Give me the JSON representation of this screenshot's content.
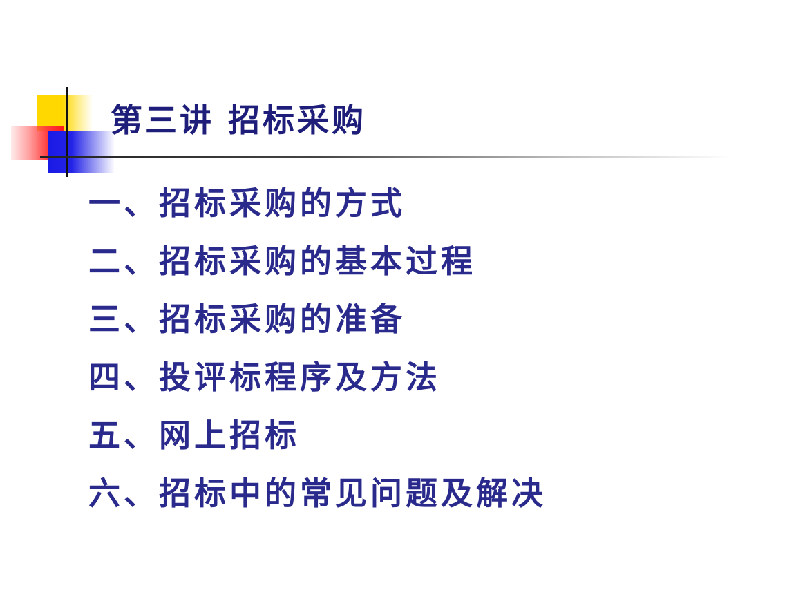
{
  "slide": {
    "title": "第三讲  招标采购",
    "items": [
      "一、招标采购的方式",
      "二、招标采购的基本过程",
      "三、招标采购的准备",
      "四、投评标程序及方法",
      "五、网上招标",
      "六、招标中的常见问题及解决"
    ]
  },
  "colors": {
    "text": "#2a2a8c",
    "title": "#1e1e7a",
    "accent_yellow": "#ffd800",
    "accent_red": "#ff1a1a",
    "accent_blue": "#1a1ae6"
  }
}
